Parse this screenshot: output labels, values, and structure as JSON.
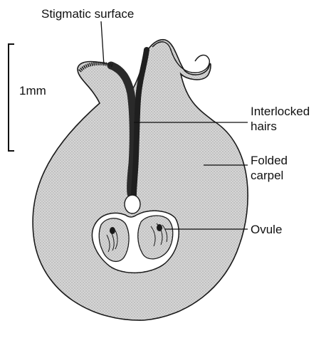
{
  "labels": {
    "stigmatic_surface": "Stigmatic surface",
    "scale": "1mm",
    "interlocked_hairs": "Interlocked\nhairs",
    "folded_carpel": "Folded\ncarpel",
    "ovule": "Ovule"
  },
  "colors": {
    "tissue_fill": "#d2d2d2",
    "outline": "#1a1a1a",
    "cavity": "#ffffff",
    "ink": "#111111"
  }
}
